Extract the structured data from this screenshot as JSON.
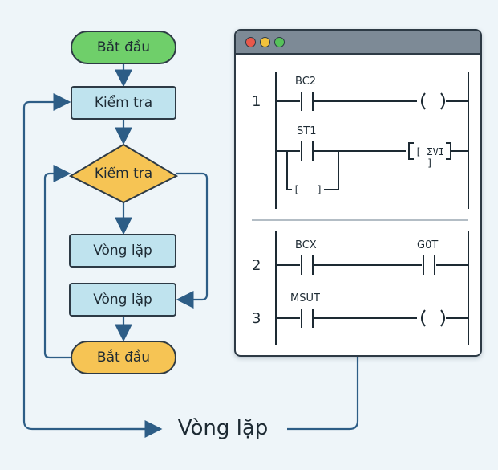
{
  "flowchart": {
    "start_label": "Bắt đầu",
    "check_box_label": "Kiểm tra",
    "decision_label": "Kiểm tra",
    "loop_box_1_label": "Vòng lặp",
    "loop_box_2_label": "Vòng lặp",
    "end_label": "Bắt đầu",
    "bottom_loop_label": "Vòng lặp"
  },
  "ladder": {
    "rung_1_number": "1",
    "rung_2_number": "2",
    "rung_3_number": "3",
    "contact_bc2": "BC2",
    "contact_st1": "ST1",
    "contact_bcx": "BCX",
    "contact_g0t": "G0T",
    "contact_msut": "MSUT",
    "block_text": "[ ΣVI ]",
    "branch_text": "[---]",
    "coil_text": "( )"
  },
  "colors": {
    "start_fill": "#6fcf6a",
    "process_fill": "#bfe3ee",
    "decision_fill": "#f6c454",
    "end_fill": "#f6c454",
    "arrow": "#2d5d86",
    "window_title": "#7d8a96"
  }
}
